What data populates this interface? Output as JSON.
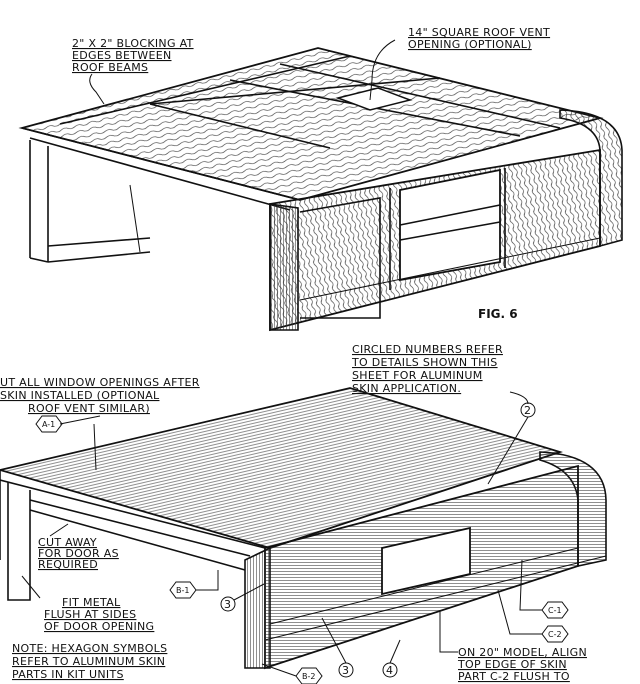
{
  "figure": {
    "fig_label": "FIG. 6",
    "top_labels": {
      "blocking_1": "2\" X 2\" BLOCKING AT",
      "blocking_2": "EDGES BETWEEN",
      "blocking_3": "ROOF BEAMS",
      "vent_1": "14\" SQUARE ROOF VENT",
      "vent_2": "OPENING (OPTIONAL)"
    },
    "bottom_labels": {
      "circled_1": "CIRCLED NUMBERS REFER",
      "circled_2": "TO DETAILS SHOWN THIS",
      "circled_3": "SHEET FOR ALUMINUM",
      "circled_4": "SKIN APPLICATION.",
      "cut_1": "UT ALL WINDOW OPENINGS AFTER",
      "cut_2": "SKIN INSTALLED (OPTIONAL",
      "cut_3": "ROOF VENT SIMILAR)",
      "cutaway_1": "CUT AWAY",
      "cutaway_2": "FOR DOOR AS",
      "cutaway_3": "REQUIRED",
      "fit_1": "FIT METAL",
      "fit_2": "FLUSH AT SIDES",
      "fit_3": "OF DOOR OPENING",
      "note_1": "NOTE: HEXAGON SYMBOLS",
      "note_2": "REFER TO ALUMINUM SKIN",
      "note_3": "PARTS IN KIT UNITS",
      "model_1": "ON 20\" MODEL, ALIGN",
      "model_2": "TOP EDGE OF SKIN",
      "model_3": "PART C-2 FLUSH TO"
    },
    "hexagons": {
      "a1": "A-1",
      "b1": "B-1",
      "b2": "B-2",
      "c1": "C-1",
      "c2": "C-2"
    },
    "circles": {
      "n2": "2",
      "n3a": "3",
      "n3b": "3",
      "n4": "4"
    }
  }
}
